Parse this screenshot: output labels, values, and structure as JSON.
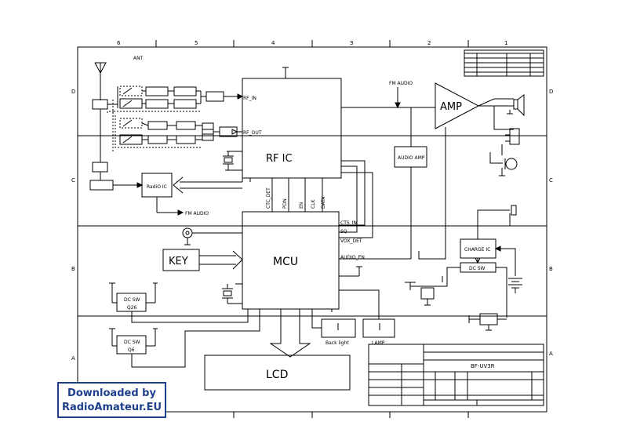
{
  "frame": {
    "columns": [
      "6",
      "5",
      "4",
      "3",
      "2",
      "1"
    ],
    "rows": [
      "D",
      "C",
      "B",
      "A"
    ]
  },
  "antenna_label": "ANT",
  "blocks": {
    "rf_ic": "RF  IC",
    "mcu": "MCU",
    "amp": "AMP",
    "lcd": "LCD",
    "key": "KEY",
    "audio_amp": "AUDIO AMP",
    "radio_ic": "RadiO IC",
    "charge_ic": "CHARGE IC",
    "dc_sw": "DC SW",
    "dc_sw_q26": "DC SW",
    "q26": "Q26",
    "dc_sw_q6": "DC SW",
    "q6": "Q6",
    "back_light": "Back light",
    "lamp": "LAMP"
  },
  "signals": {
    "rf_in": "RF_IN",
    "rf_out": "RF_OUT",
    "fm_audio_top": "FM AUDIO",
    "fm_audio_bottom": "FM AUDIO",
    "ctc_det": "CTC_DET",
    "pdn": "PDN",
    "en": "EN",
    "clk": "CLK",
    "data": "DATA",
    "cts_in": "CTS_IN",
    "sq": "SQ",
    "vox_det": "VOX_DET",
    "audio_en": "AUDIO_EN"
  },
  "title_block": {
    "title": "BF-UV3R"
  },
  "badge": {
    "line1": "Downloaded by",
    "line2": "RadioAmateur.EU"
  },
  "colors": {
    "ink": "#000000",
    "badge": "#1e3f8c"
  }
}
